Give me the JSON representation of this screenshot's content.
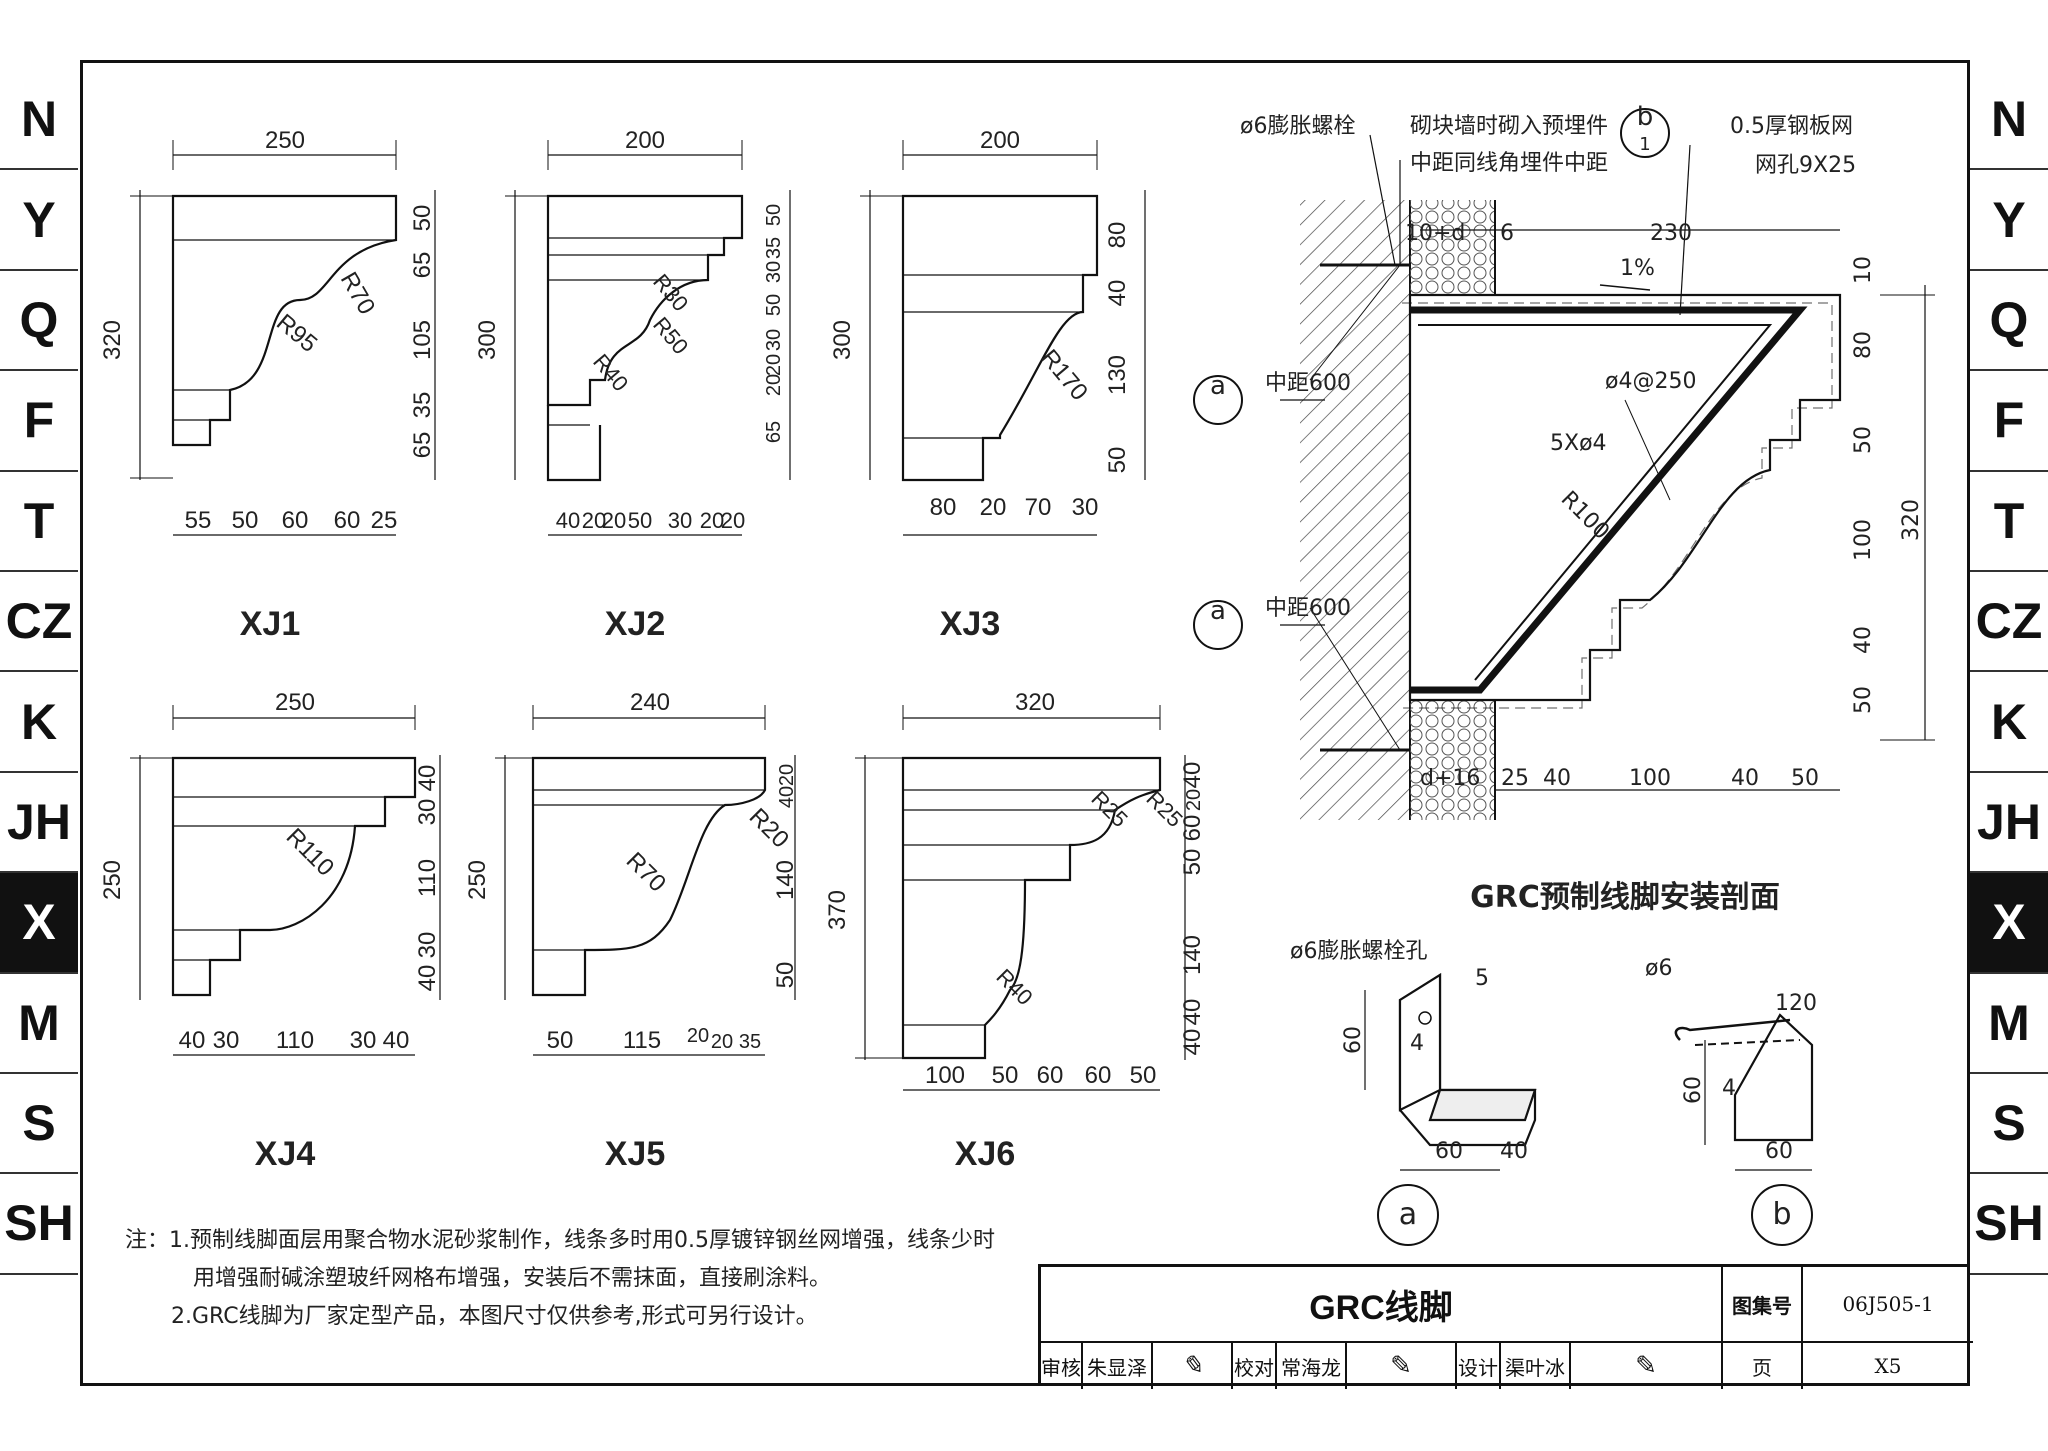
{
  "side_index": [
    "N",
    "Y",
    "Q",
    "F",
    "T",
    "CZ",
    "K",
    "JH",
    "X",
    "M",
    "S",
    "SH"
  ],
  "active_index": "X",
  "profiles": {
    "xj1": {
      "label": "XJ1",
      "width": "250",
      "height": "320",
      "right_dims": [
        "50",
        "65",
        "105",
        "35",
        "65"
      ],
      "bottom_dims": [
        "55",
        "50",
        "60",
        "60",
        "25"
      ],
      "radii": [
        "R70",
        "R95"
      ]
    },
    "xj2": {
      "label": "XJ2",
      "width": "200",
      "height": "300",
      "right_dims": [
        "50",
        "35",
        "30",
        "50",
        "30",
        "20",
        "20",
        "65"
      ],
      "bottom_dims": [
        "40",
        "20",
        "20",
        "50",
        "30",
        "20",
        "20"
      ],
      "radii": [
        "R30",
        "R50",
        "R40"
      ]
    },
    "xj3": {
      "label": "XJ3",
      "width": "200",
      "height": "300",
      "right_dims": [
        "80",
        "40",
        "130",
        "50"
      ],
      "bottom_dims": [
        "80",
        "20",
        "70",
        "30"
      ],
      "radii": [
        "R170"
      ]
    },
    "xj4": {
      "label": "XJ4",
      "width": "250",
      "height": "250",
      "right_dims": [
        "40",
        "30",
        "110",
        "30",
        "40"
      ],
      "bottom_dims": [
        "40",
        "30",
        "110",
        "30",
        "40"
      ],
      "radii": [
        "R110"
      ]
    },
    "xj5": {
      "label": "XJ5",
      "width": "240",
      "height": "250",
      "right_dims": [
        "20",
        "40",
        "140",
        "50"
      ],
      "bottom_dims": [
        "50",
        "115",
        "20",
        "20",
        "35"
      ],
      "radii": [
        "R70",
        "R20"
      ]
    },
    "xj6": {
      "label": "XJ6",
      "width": "320",
      "height": "370",
      "right_dims": [
        "40",
        "20",
        "60",
        "50",
        "140",
        "40",
        "40"
      ],
      "bottom_dims": [
        "100",
        "50",
        "60",
        "60",
        "50"
      ],
      "radii": [
        "R25",
        "R25",
        "R40"
      ]
    }
  },
  "section": {
    "title": "GRC预制线脚安装剖面",
    "labels": {
      "bolt": "ø6膨胀螺栓",
      "embed1": "砌块墙时砌入预埋件",
      "embed2": "中距同线角埋件中距",
      "mesh1": "0.5厚钢板网",
      "mesh2": "网孔9X25",
      "spacing1": "中距600",
      "spacing2": "中距600",
      "rebar1": "ø4@250",
      "rebar2": "5Xø4",
      "radius": "R100",
      "slope": "1%",
      "d_top": "10+d",
      "d_bot": "d+16",
      "six": "6",
      "w230": "230",
      "callout_a": "a",
      "callout_b": "b",
      "callout_sub": "1"
    },
    "right_dims": [
      "10",
      "80",
      "50",
      "100",
      "40",
      "50"
    ],
    "right_total": "320",
    "bottom_dims": [
      "25",
      "40",
      "100",
      "40",
      "50"
    ]
  },
  "detail_a": {
    "hole": "ø6膨胀螺栓孔",
    "dims": [
      "5",
      "60",
      "4",
      "60",
      "40"
    ],
    "tag": "a"
  },
  "detail_b": {
    "label": "ø6",
    "dims": [
      "120",
      "60",
      "4",
      "60"
    ],
    "tag": "b"
  },
  "notes": {
    "line1": "注：1.预制线脚面层用聚合物水泥砂浆制作，线条多时用0.5厚镀锌钢丝网增强，线条少时",
    "line2": "用增强耐碱涂塑玻纤网格布增强，安装后不需抹面，直接刷涂料。",
    "line3": "2.GRC线脚为厂家定型产品，本图尺寸仅供参考,形式可另行设计。"
  },
  "title_block": {
    "title": "GRC线脚",
    "atlas_label": "图集号",
    "atlas_no": "06J505-1",
    "page_label": "页",
    "page_no": "X5",
    "review_label": "审核",
    "reviewer": "朱显泽",
    "check_label": "校对",
    "checker": "常海龙",
    "design_label": "设计",
    "designer": "渠叶冰"
  }
}
